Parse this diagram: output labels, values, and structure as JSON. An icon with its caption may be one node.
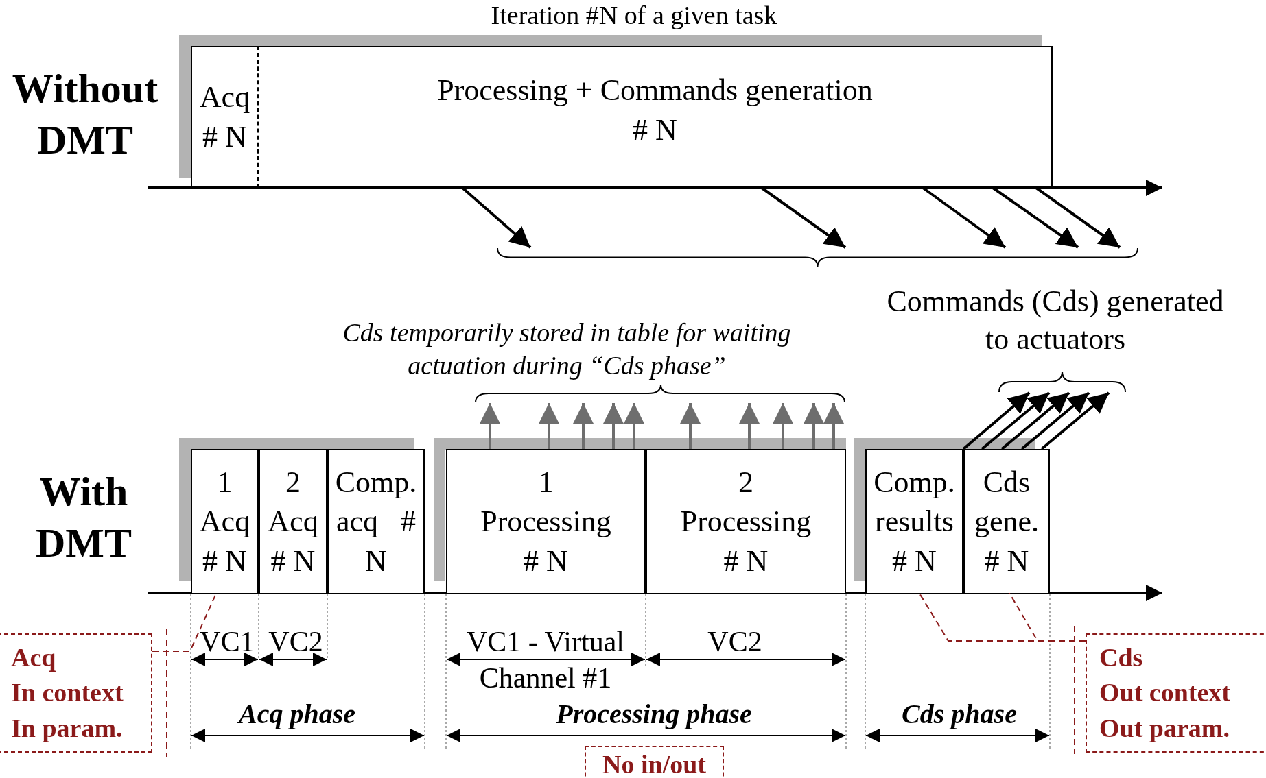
{
  "diagram": {
    "title": "Iteration #N of a given task",
    "nodes": [
      {
        "text": [
          "Acq # N"
        ]
      },
      {
        "text": [
          "Processing + Commands generation # N"
        ]
      },
      {
        "text": [
          "1 Acq # N"
        ]
      },
      {
        "text": [
          "2 Acq # N"
        ]
      },
      {
        "text": [
          "Comp. acq # N"
        ]
      },
      {
        "text": [
          "1 Processing # N"
        ]
      },
      {
        "text": [
          "2 Processing # N"
        ]
      },
      {
        "text": [
          "Comp. results # N"
        ]
      },
      {
        "text": [
          "Cds gene. # N"
        ]
      },
      {
        "text": [
          "Acq",
          "In context",
          "In param."
        ]
      },
      {
        "text": [
          "No in/out"
        ]
      },
      {
        "text": [
          "Cds",
          "Out context",
          "Out param."
        ]
      },
      {
        "text": [],
        "shape": "brace"
      },
      {
        "text": [],
        "shape": "brace"
      },
      {
        "text": [],
        "shape": "brace"
      }
    ],
    "edges": [
      {
        "from": 1,
        "to": 12,
        "arrow": "to"
      },
      {
        "from": 1,
        "to": 12,
        "arrow": "to"
      },
      {
        "from": 1,
        "to": 12,
        "arrow": "to"
      },
      {
        "from": 1,
        "to": 12,
        "arrow": "to"
      },
      {
        "from": 1,
        "to": 12,
        "arrow": "to"
      },
      {
        "from": 5,
        "to": 13,
        "arrow": "to",
        "color": "#6e6e6e"
      },
      {
        "from": 5,
        "to": 13,
        "arrow": "to",
        "color": "#6e6e6e"
      },
      {
        "from": 5,
        "to": 13,
        "arrow": "to",
        "color": "#6e6e6e"
      },
      {
        "from": 5,
        "to": 13,
        "arrow": "to",
        "color": "#6e6e6e"
      },
      {
        "from": 5,
        "to": 13,
        "arrow": "to",
        "color": "#6e6e6e"
      },
      {
        "from": 6,
        "to": 13,
        "arrow": "to",
        "color": "#6e6e6e"
      },
      {
        "from": 6,
        "to": 13,
        "arrow": "to",
        "color": "#6e6e6e"
      },
      {
        "from": 6,
        "to": 13,
        "arrow": "to",
        "color": "#6e6e6e"
      },
      {
        "from": 6,
        "to": 13,
        "arrow": "to",
        "color": "#6e6e6e"
      },
      {
        "from": 6,
        "to": 13,
        "arrow": "to",
        "color": "#6e6e6e"
      },
      {
        "from": 8,
        "to": 14,
        "arrow": "to"
      },
      {
        "from": 8,
        "to": 14,
        "arrow": "to"
      },
      {
        "from": 8,
        "to": 14,
        "arrow": "to"
      },
      {
        "from": 8,
        "to": 14,
        "arrow": "to"
      },
      {
        "from": 8,
        "to": 14,
        "arrow": "to"
      },
      {
        "from": 9,
        "to": 2,
        "arrow": "none",
        "style": "dashed",
        "color": "#8b1a1a"
      },
      {
        "from": 11,
        "to": 7,
        "arrow": "none",
        "style": "dashed",
        "color": "#8b1a1a"
      },
      {
        "from": 11,
        "to": 8,
        "arrow": "none",
        "style": "dashed",
        "color": "#8b1a1a"
      }
    ],
    "labels": [
      "Without DMT",
      "Commands (Cds) generated to actuators",
      "Cds temporarily stored in table for waiting actuation during “Cds phase”",
      "With DMT",
      "VC1",
      "VC2",
      "VC1 - Virtual Channel #1",
      "VC2",
      "Acq phase",
      "Processing phase",
      "Cds phase"
    ]
  }
}
